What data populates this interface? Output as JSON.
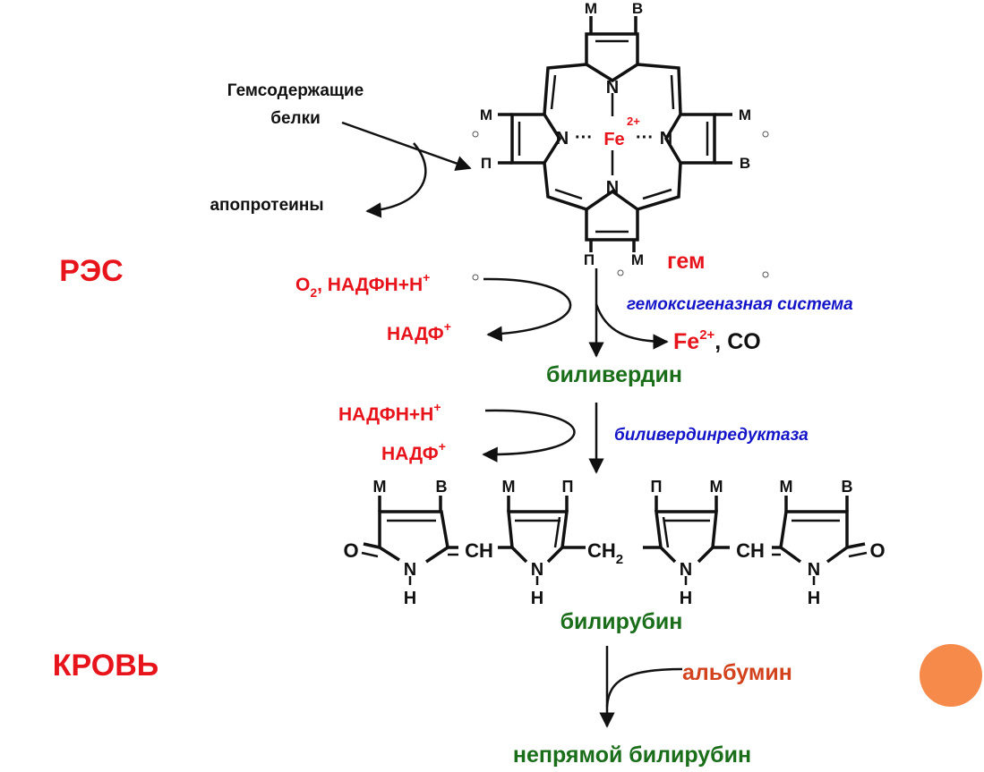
{
  "colors": {
    "red": "#e8141c",
    "green": "#1a6e1a",
    "blue": "#1414c8",
    "orange_red": "#d2421c",
    "black": "#111111",
    "decor_circle": "#f58a4a"
  },
  "compartments": {
    "res": "РЭС",
    "blood": "КРОВЬ"
  },
  "heme_structure": {
    "metal": "Fe",
    "metal_charge": "2+",
    "nitrogen": "N",
    "dots": "···",
    "substituents": [
      "М",
      "В",
      "М",
      "М",
      "В",
      "П",
      "П",
      "М"
    ]
  },
  "step1": {
    "source": "Гемсодержащие",
    "source_line2": "белки",
    "byproduct": "апопротеины"
  },
  "step2": {
    "substrate": "гем",
    "enzyme": "гемоксигеназная система",
    "cofactor_in_o2": "O",
    "cofactor_in_o2_sub": "2",
    "cofactor_in_rest": ", НАДФН+Н",
    "cofactor_in_sup": "+",
    "cofactor_out": "НАДФ",
    "cofactor_out_sup": "+",
    "released_fe": "Fe",
    "released_fe_charge": "2+",
    "released_co": ", CO",
    "product": "биливердин"
  },
  "step3": {
    "enzyme": "биливердинредуктаза",
    "cofactor_in": "НАДФН+Н",
    "cofactor_in_sup": "+",
    "cofactor_out": "НАДФ",
    "cofactor_out_sup": "+",
    "product": "билирубин"
  },
  "bilirubin_structure": {
    "o": "O",
    "n": "N",
    "h": "H",
    "ch": "CH",
    "ch2": "CH",
    "ch2_sub": "2",
    "ring_labels": [
      "М",
      "В",
      "М",
      "П",
      "П",
      "М",
      "М",
      "В"
    ]
  },
  "step4": {
    "carrier": "альбумин",
    "product": "непрямой билирубин"
  }
}
